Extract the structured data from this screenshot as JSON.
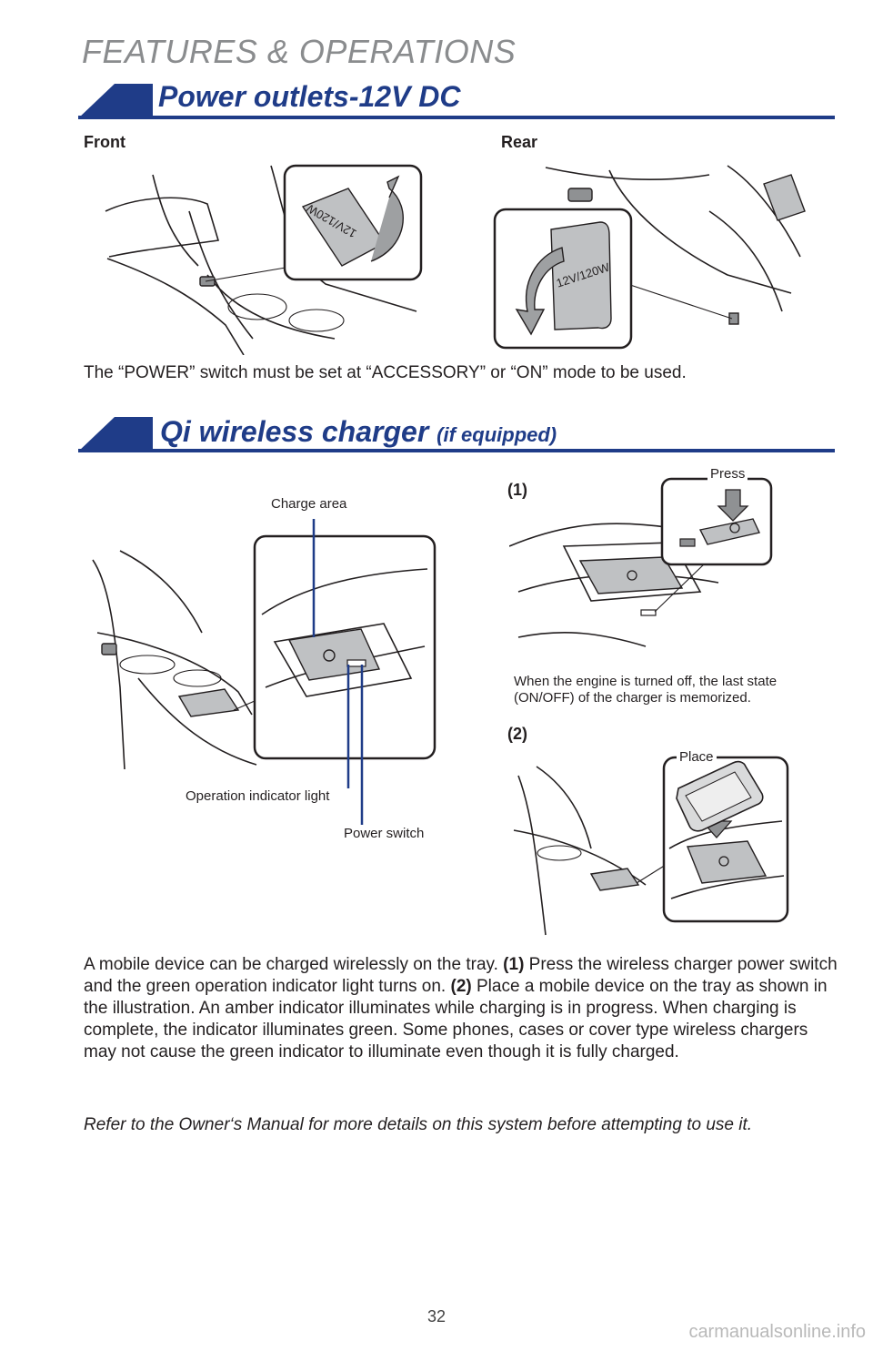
{
  "chapter_title": "FEATURES & OPERATIONS",
  "section1": {
    "title": "Power outlets-12V DC",
    "front_label": "Front",
    "rear_label": "Rear",
    "outlet_marking": "12V/120W",
    "note": "The “POWER” switch must be set at “ACCESSORY” or “ON” mode to be used."
  },
  "section2": {
    "title": "Qi wireless charger",
    "title_suffix": "(if equipped)",
    "callouts": {
      "charge_area": "Charge area",
      "operation_indicator": "Operation indicator light",
      "power_switch": "Power switch",
      "press": "Press",
      "place": "Place"
    },
    "step1_label": "(1)",
    "step2_label": "(2)",
    "memory_note_line1": "When the engine is turned off, the last state",
    "memory_note_line2": "(ON/OFF) of the charger is memorized.",
    "description": {
      "p1_a": "A mobile device can be charged wirelessly on the tray. ",
      "p1_step1": "(1)",
      "p1_b": " Press the wireless charger power switch and the green operation indicator light turns on. ",
      "p1_step2": "(2)",
      "p1_c": " Place a mobile device on the tray as shown in the illustration. An amber indicator illuminates while charging is in progress. When charging is complete, the indicator illuminates green. Some phones, cases or cover type wireless chargers may not cause the green indicator to illuminate even though it is fully charged."
    },
    "manual_note": "Refer to the Owner‘s Manual for more details on this system before attempting to use it."
  },
  "page_number": "32",
  "watermark": "carmanualsonline.info"
}
